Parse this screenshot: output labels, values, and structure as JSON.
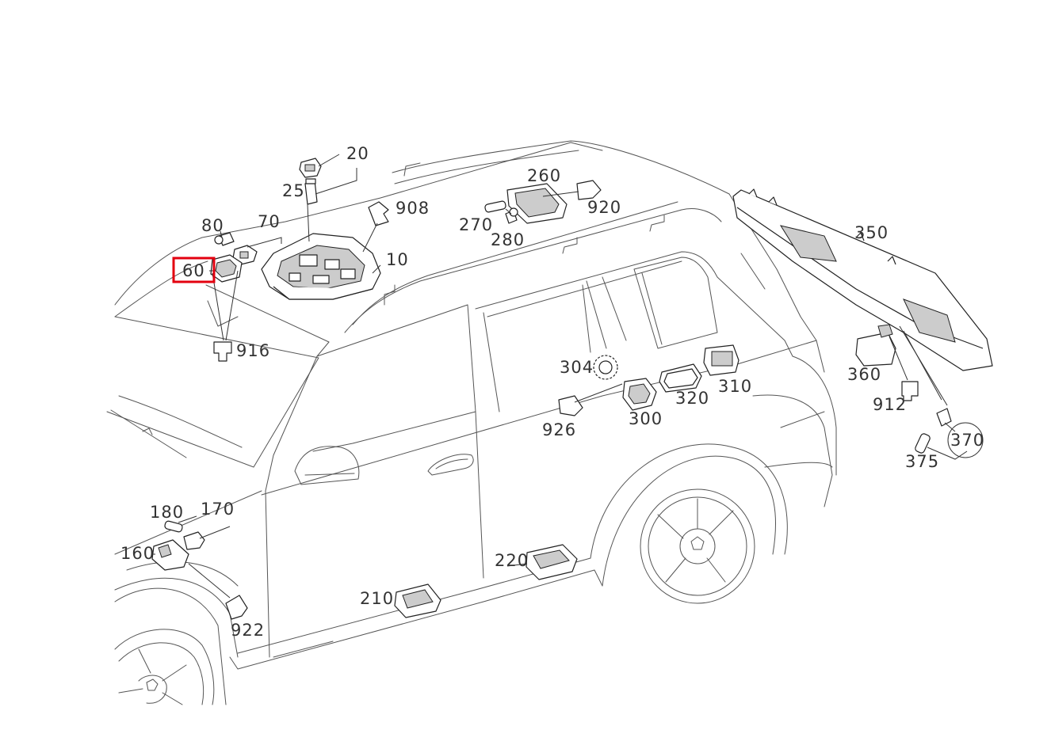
{
  "diagram": {
    "highlight_color": "#e3000f",
    "highlighted_part": "60",
    "callouts": [
      "20",
      "25",
      "80",
      "70",
      "60",
      "908",
      "10",
      "916",
      "260",
      "920",
      "270",
      "280",
      "350",
      "304",
      "310",
      "320",
      "300",
      "926",
      "360",
      "912",
      "370",
      "375",
      "180",
      "170",
      "160",
      "922",
      "210",
      "220"
    ]
  }
}
